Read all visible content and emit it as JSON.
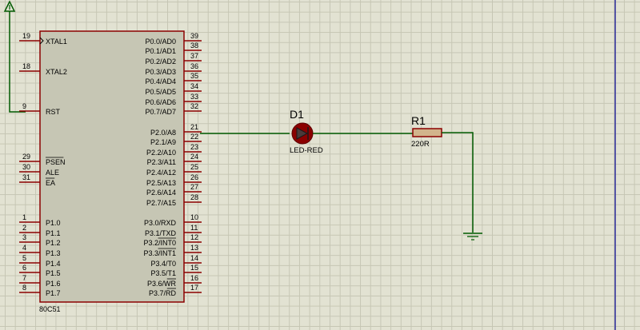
{
  "chip": {
    "name": "80C51",
    "left_pins": [
      {
        "num": "19",
        "label": "XTAL1"
      },
      {
        "num": "18",
        "label": "XTAL2"
      },
      {
        "num": "9",
        "label": "RST"
      },
      {
        "num": "29",
        "label": "PSEN"
      },
      {
        "num": "30",
        "label": "ALE"
      },
      {
        "num": "31",
        "label": "EA"
      },
      {
        "num": "1",
        "label": "P1.0"
      },
      {
        "num": "2",
        "label": "P1.1"
      },
      {
        "num": "3",
        "label": "P1.2"
      },
      {
        "num": "4",
        "label": "P1.3"
      },
      {
        "num": "5",
        "label": "P1.4"
      },
      {
        "num": "6",
        "label": "P1.5"
      },
      {
        "num": "7",
        "label": "P1.6"
      },
      {
        "num": "8",
        "label": "P1.7"
      }
    ],
    "right_pins": [
      {
        "num": "39",
        "label": "P0.0/AD0"
      },
      {
        "num": "38",
        "label": "P0.1/AD1"
      },
      {
        "num": "37",
        "label": "P0.2/AD2"
      },
      {
        "num": "36",
        "label": "P0.3/AD3"
      },
      {
        "num": "35",
        "label": "P0.4/AD4"
      },
      {
        "num": "34",
        "label": "P0.5/AD5"
      },
      {
        "num": "33",
        "label": "P0.6/AD6"
      },
      {
        "num": "32",
        "label": "P0.7/AD7"
      },
      {
        "num": "21",
        "label": "P2.0/A8"
      },
      {
        "num": "22",
        "label": "P2.1/A9"
      },
      {
        "num": "23",
        "label": "P2.2/A10"
      },
      {
        "num": "24",
        "label": "P2.3/A11"
      },
      {
        "num": "25",
        "label": "P2.4/A12"
      },
      {
        "num": "26",
        "label": "P2.5/A13"
      },
      {
        "num": "27",
        "label": "P2.6/A14"
      },
      {
        "num": "28",
        "label": "P2.7/A15"
      },
      {
        "num": "10",
        "label": "P3.0/RXD"
      },
      {
        "num": "11",
        "label": "P3.1/TXD"
      },
      {
        "num": "12",
        "label": "P3.2/INT0"
      },
      {
        "num": "13",
        "label": "P3.3/INT1"
      },
      {
        "num": "14",
        "label": "P3.4/T0"
      },
      {
        "num": "15",
        "label": "P3.5/T1"
      },
      {
        "num": "16",
        "label": "P3.6/WR"
      },
      {
        "num": "17",
        "label": "P3.7/RD"
      }
    ]
  },
  "led": {
    "ref": "D1",
    "value": "LED-RED"
  },
  "resistor": {
    "ref": "R1",
    "value": "220R"
  },
  "colors": {
    "wire": "#005a00",
    "part_outline": "#8b0000",
    "chip_fill": "#c6c6b4",
    "led_fill": "#8b0000",
    "resistor_fill": "#d2b48c",
    "grid": "#c6c6b4",
    "background": "#e2e2d2",
    "sheet_border": "#2a2a9a"
  }
}
